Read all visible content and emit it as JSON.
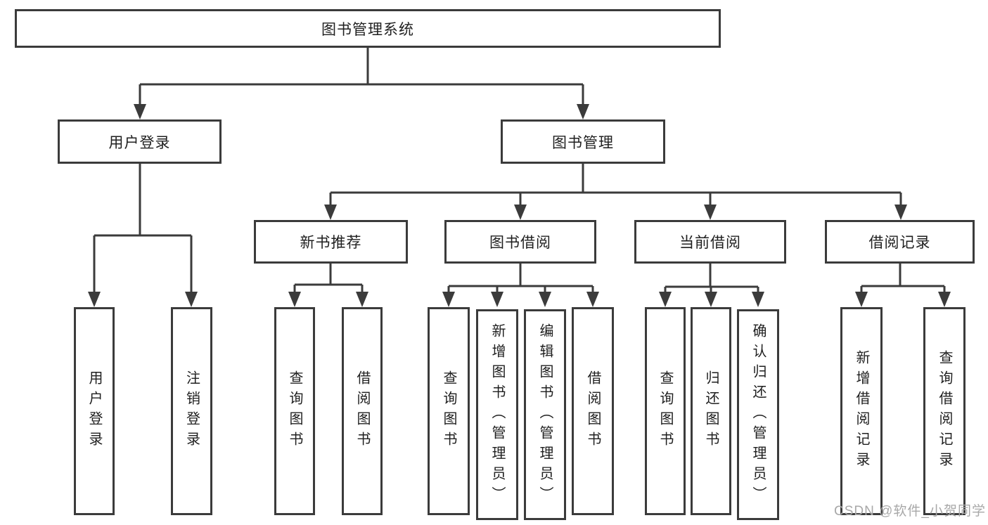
{
  "diagram_title": "图书管理系统",
  "tree": {
    "root": {
      "label": "图书管理系统"
    },
    "branches": [
      {
        "label": "用户登录",
        "children": [
          {
            "label": "用户登录"
          },
          {
            "label": "注销登录"
          }
        ]
      },
      {
        "label": "图书管理",
        "children": [
          {
            "label": "新书推荐",
            "children": [
              {
                "label": "查询图书"
              },
              {
                "label": "借阅图书"
              }
            ]
          },
          {
            "label": "图书借阅",
            "children": [
              {
                "label": "查询图书"
              },
              {
                "label": "新增图书（管理员）"
              },
              {
                "label": "编辑图书（管理员）"
              },
              {
                "label": "借阅图书"
              }
            ]
          },
          {
            "label": "当前借阅",
            "children": [
              {
                "label": "查询图书"
              },
              {
                "label": "归还图书"
              },
              {
                "label": "确认归还（管理员）"
              }
            ]
          },
          {
            "label": "借阅记录",
            "children": [
              {
                "label": "新增借阅记录"
              },
              {
                "label": "查询借阅记录"
              }
            ]
          }
        ]
      }
    ]
  },
  "watermark": {
    "text": "CSDN @软件_小贺同学"
  },
  "colors": {
    "line": "#3b3b3b",
    "box_border": "#3b3b3b",
    "text": "#1f1f1f",
    "watermark": "#a8a8a8",
    "background": "#ffffff"
  }
}
